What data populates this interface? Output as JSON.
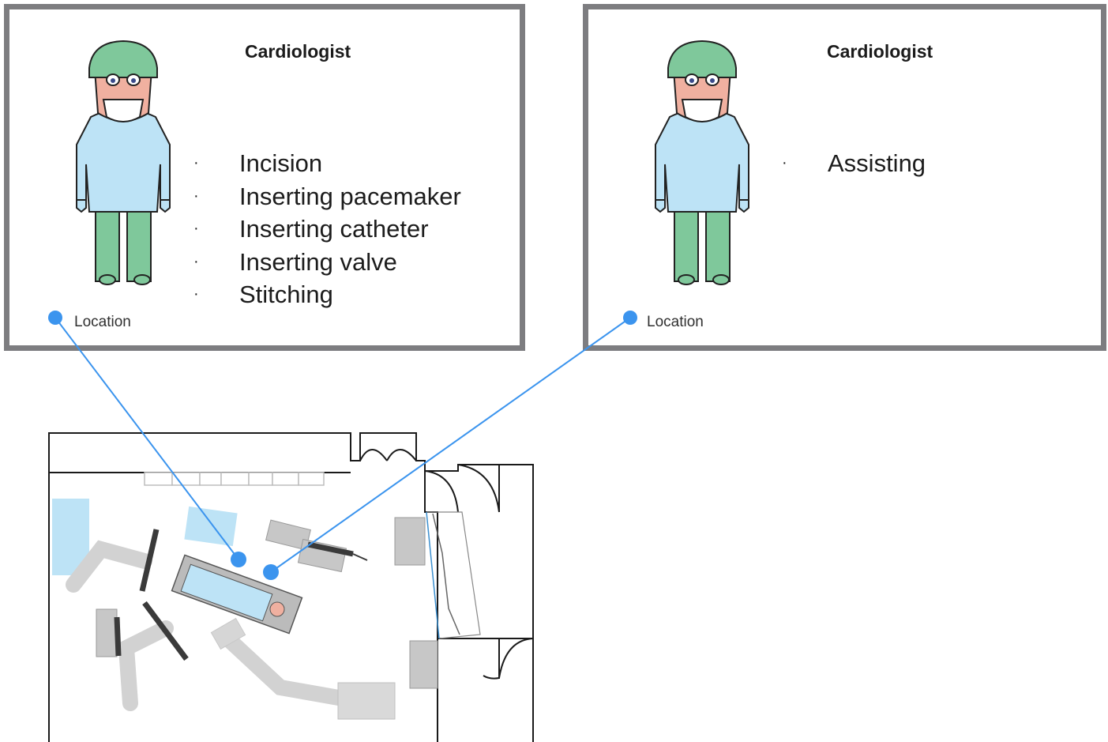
{
  "panels": [
    {
      "role": "Cardiologist",
      "tasks": [
        "Incision",
        "Inserting pacemaker",
        "Inserting catheter",
        "Inserting valve",
        "Stitching"
      ],
      "location_label": "Location"
    },
    {
      "role": "Cardiologist",
      "tasks": [
        "Assisting"
      ],
      "location_label": "Location"
    }
  ],
  "colors": {
    "card_border": "#7d7d80",
    "connector": "#3b94ee",
    "cap": "#7fc89b",
    "gown": "#bde3f6",
    "skin": "#f0b0a0",
    "equipment": "#c8c8c8",
    "sterile_area": "#bde3f6"
  }
}
